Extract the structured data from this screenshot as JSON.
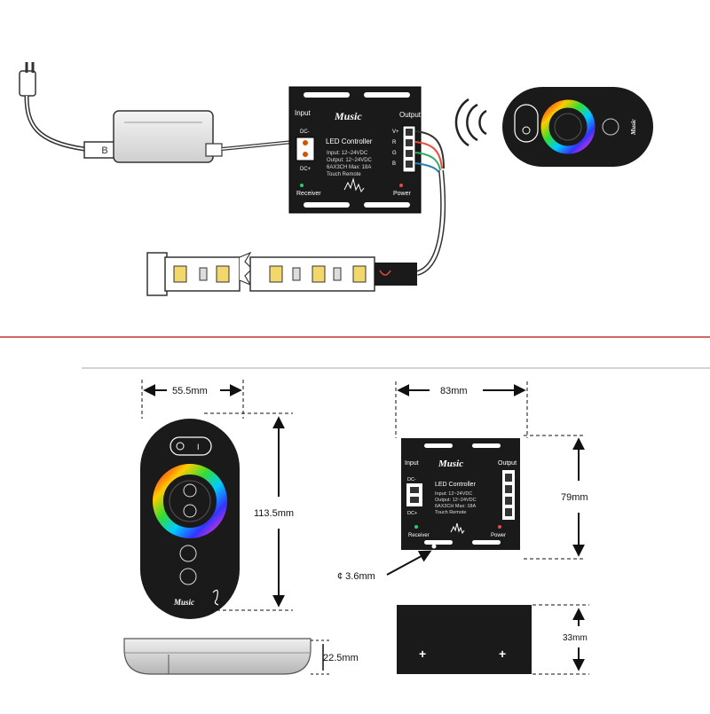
{
  "controller": {
    "input_label": "Input",
    "output_label": "Output",
    "brand": "Music",
    "title": "LED Controller",
    "spec_input": "Input: 12~24VDC",
    "spec_output": "Output: 12~24VDC",
    "spec_max": "6AX3CH  Max: 18A",
    "spec_touch": "Touch Remote",
    "receiver_label": "Receiver",
    "power_label": "Power",
    "dc_minus": "DC-",
    "dc_plus": "DC+",
    "channels": [
      "V+",
      "R",
      "G",
      "B"
    ]
  },
  "remote": {
    "brand": "Music"
  },
  "dimensions": {
    "remote_width": "55.5mm",
    "remote_height": "113.5mm",
    "remote_depth": "22.5mm",
    "controller_width": "83mm",
    "controller_height": "79mm",
    "hole_diameter": "¢ 3.6mm",
    "controller_depth": "33mm"
  },
  "colors": {
    "divider": "#c0392b",
    "device_body": "#1a1a1a"
  }
}
